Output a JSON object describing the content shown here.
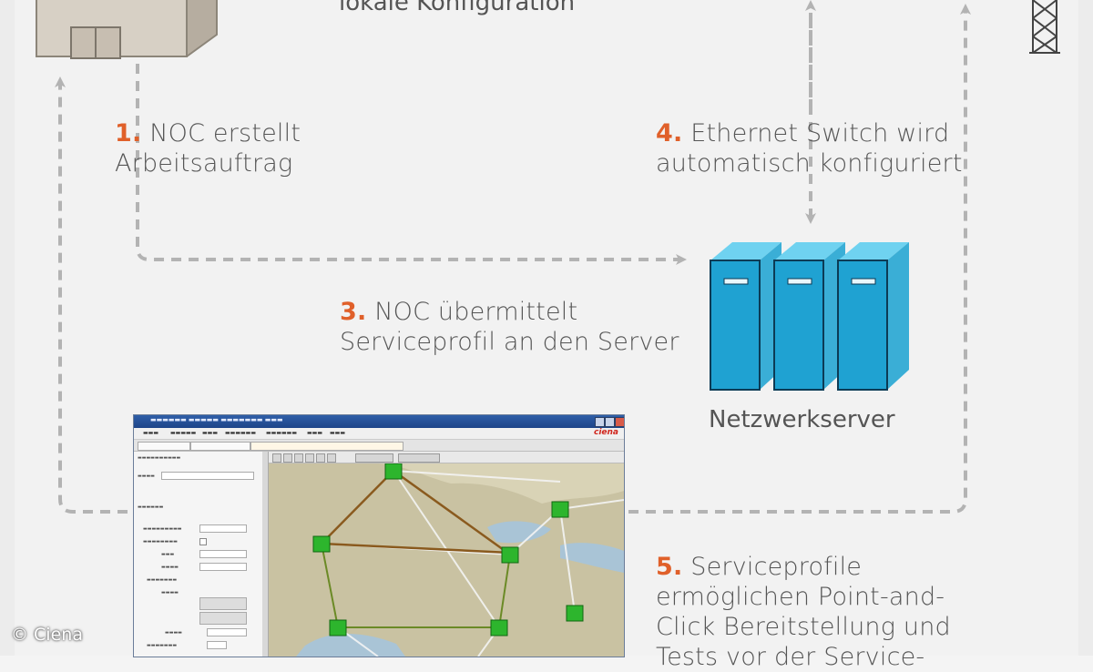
{
  "captions": {
    "top": "lokale Konfiguration",
    "server": "Netzwerkserver",
    "credit": "© Ciena"
  },
  "steps": [
    {
      "num": "1.",
      "line1": "NOC erstellt",
      "line2": "Arbeitsauftrag"
    },
    {
      "num": "4.",
      "line1": "Ethernet Switch wird",
      "line2": "automatisch konfiguriert"
    },
    {
      "num": "3.",
      "line1": "NOC übermittelt",
      "line2": "Serviceprofil an den Server"
    },
    {
      "num": "5.",
      "line1": "Serviceprofile",
      "line2": "ermöglichen Point-and-",
      "line3": "Click Bereitstellung und",
      "line4": "Tests vor der Service-"
    }
  ],
  "screenshot": {
    "brand": "ciena"
  },
  "colors": {
    "accent": "#e0602a",
    "server_front": "#1fa8d6",
    "server_side": "#5cc8ea",
    "arrow": "#b3b3b3",
    "map_node": "#2db52d",
    "map_link": "#8a5a1e"
  },
  "icons": {
    "building": "building-icon",
    "tower": "tower-icon",
    "server": "server-rack-icon"
  }
}
